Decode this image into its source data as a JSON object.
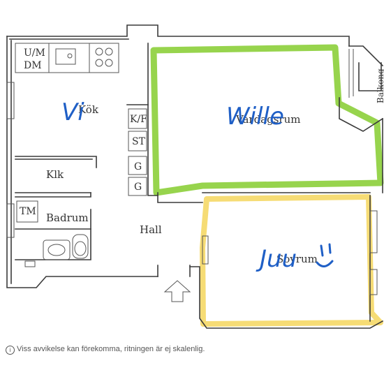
{
  "rooms": {
    "um": "U/M",
    "dm": "DM",
    "kok": "Kök",
    "kf": "K/F",
    "st": "ST",
    "g1": "G",
    "g2": "G",
    "klk": "Klk",
    "tm": "TM",
    "badrum": "Badrum",
    "hall": "Hall",
    "vardagsrum": "Vardagsrum",
    "sovrum": "Sovrum",
    "balkong": "Balkong"
  },
  "annotations": {
    "kitchen": "Vi",
    "living": "Wille",
    "bedroom": "Juu"
  },
  "colors": {
    "green": "#8ccf3a",
    "yellow": "#f5d866",
    "pen": "#1f5fc6"
  },
  "disclaimer": "Viss avvikelse kan förekomma, ritningen är ej skalenlig."
}
